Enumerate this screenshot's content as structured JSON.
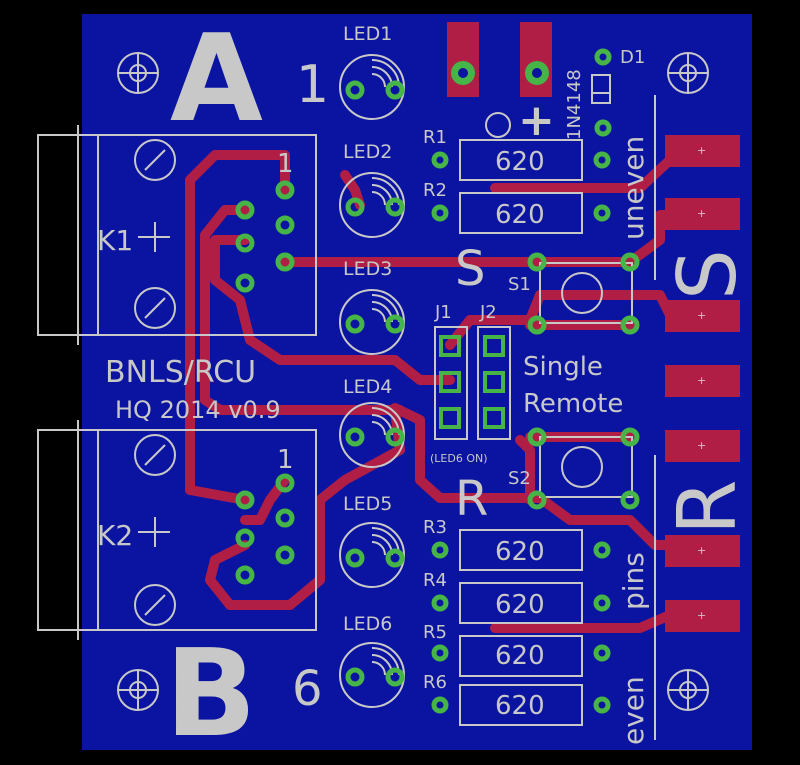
{
  "board": {
    "title": "BNLS/RCU",
    "version": "HQ 2014 v0.9",
    "colors": {
      "board": "#0a14a0",
      "trace": "#b01e46",
      "silk": "#c8c8c8",
      "via": "#46b446",
      "background": "#000000"
    }
  },
  "big_labels": {
    "a": "A",
    "b": "B",
    "s_top": "S",
    "r_right": "R",
    "s_mid": "S",
    "r_mid": "R"
  },
  "numbers": {
    "one": "1",
    "six": "6"
  },
  "leds": [
    "LED1",
    "LED2",
    "LED3",
    "LED4",
    "LED5",
    "LED6"
  ],
  "resistors": [
    {
      "ref": "R1",
      "value": "620"
    },
    {
      "ref": "R2",
      "value": "620"
    },
    {
      "ref": "R3",
      "value": "620"
    },
    {
      "ref": "R4",
      "value": "620"
    },
    {
      "ref": "R5",
      "value": "620"
    },
    {
      "ref": "R6",
      "value": "620"
    }
  ],
  "connectors": {
    "k1": "K1",
    "k2": "K2",
    "k1_pin": "1",
    "k2_pin": "1"
  },
  "jumpers": {
    "j1": "J1",
    "j2": "J2",
    "note": "(LED6 ON)"
  },
  "switches": {
    "s1": "S1",
    "s2": "S2"
  },
  "diode": {
    "ref": "D1",
    "part": "1N4148"
  },
  "text": {
    "single": "Single",
    "remote": "Remote",
    "uneven": "uneven",
    "even": "even",
    "pins": "pins",
    "plus": "+"
  }
}
